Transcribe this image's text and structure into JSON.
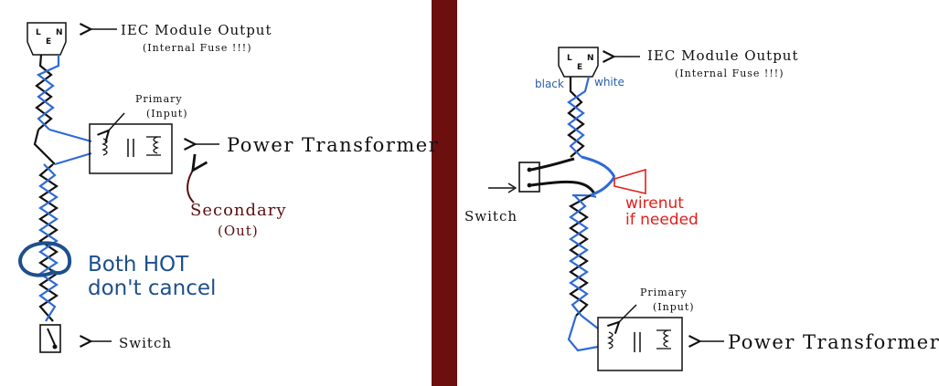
{
  "colors": {
    "background": "#ffffff",
    "divider": "#6b0f0f",
    "wire_blue": "#2f6ad6",
    "wire_black": "#111111",
    "note_blue": "#1e4f8c",
    "note_red": "#e0201b",
    "secondary_text": "#5a0f12"
  },
  "left": {
    "plug_pins": {
      "left": "L",
      "right": "N"
    },
    "iec_label": {
      "line1": "IEC Module Output",
      "line2": "(Internal Fuse !!!)"
    },
    "primary_label": {
      "line1": "Primary",
      "line2": "(Input)"
    },
    "transformer_label": "Power Transformer",
    "secondary_label": {
      "line1": "Secondary",
      "line2": "(Out)"
    },
    "warning": {
      "line1": "Both HOT",
      "line2": "don't cancel"
    },
    "switch_label": "Switch"
  },
  "right": {
    "plug_pins": {
      "left": "L",
      "right": "N"
    },
    "iec_label": {
      "line1": "IEC Module Output",
      "line2": "(Internal Fuse !!!)"
    },
    "wire_left": "black",
    "wire_right": "white",
    "switch_label": "Switch",
    "wirenut": {
      "line1": "wirenut",
      "line2": "if needed"
    },
    "primary_label": {
      "line1": "Primary",
      "line2": "(Input)"
    },
    "transformer_label": "Power Transformer"
  }
}
